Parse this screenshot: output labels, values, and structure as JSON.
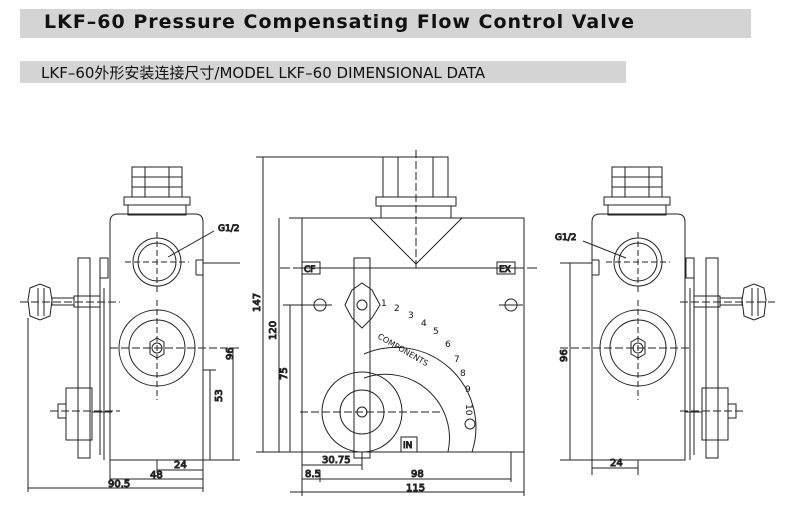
{
  "header": {
    "title": "LKF–60 Pressure Compensating Flow Control Valve",
    "subtitle": "LKF–60外形安装连接尺寸/MODEL LKF–60 DIMENSIONAL DATA"
  },
  "left_view": {
    "port_label": "G1/2",
    "dim_96": "96",
    "dim_53": "53",
    "dim_24": "24",
    "dim_48": "48",
    "dim_90_5": "90.5"
  },
  "center_view": {
    "port_cf": "CF",
    "port_ex": "EX",
    "port_in": "IN",
    "dial_text": "COMPONENTS",
    "dial_numbers": [
      "1",
      "2",
      "3",
      "4",
      "5",
      "6",
      "7",
      "8",
      "9",
      "10"
    ],
    "dim_147": "147",
    "dim_120": "120",
    "dim_75": "75",
    "dim_30_75": "30.75",
    "dim_8_5": "8.5",
    "dim_98": "98",
    "dim_115": "115"
  },
  "right_view": {
    "port_label": "G1/2",
    "dim_96": "96",
    "dim_24": "24"
  }
}
